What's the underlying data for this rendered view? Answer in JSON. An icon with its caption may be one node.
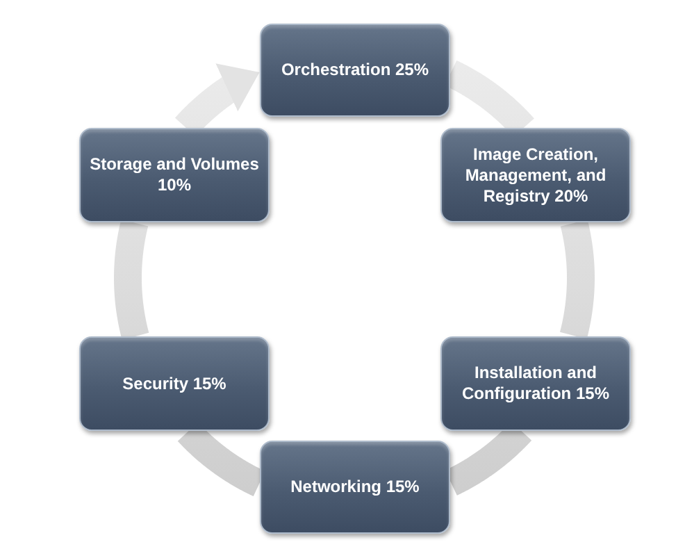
{
  "diagram": {
    "nodes": [
      {
        "text": [
          "Orchestration 25%"
        ]
      },
      {
        "text": [
          "Storage and Volumes 10%"
        ]
      },
      {
        "text": [
          "Image Creation, Management, and Registry 20%"
        ]
      },
      {
        "text": [
          "Security 15%"
        ]
      },
      {
        "text": [
          "Installation and Configuration 15%"
        ]
      },
      {
        "text": [
          "Networking 15%"
        ]
      }
    ],
    "edges": [
      {
        "from": 0,
        "to": 2,
        "arrow": "none"
      },
      {
        "from": 2,
        "to": 4,
        "arrow": "none"
      },
      {
        "from": 4,
        "to": 5,
        "arrow": "none"
      },
      {
        "from": 5,
        "to": 3,
        "arrow": "none"
      },
      {
        "from": 3,
        "to": 1,
        "arrow": "none"
      },
      {
        "from": 1,
        "to": 0,
        "arrow": "to"
      }
    ]
  }
}
